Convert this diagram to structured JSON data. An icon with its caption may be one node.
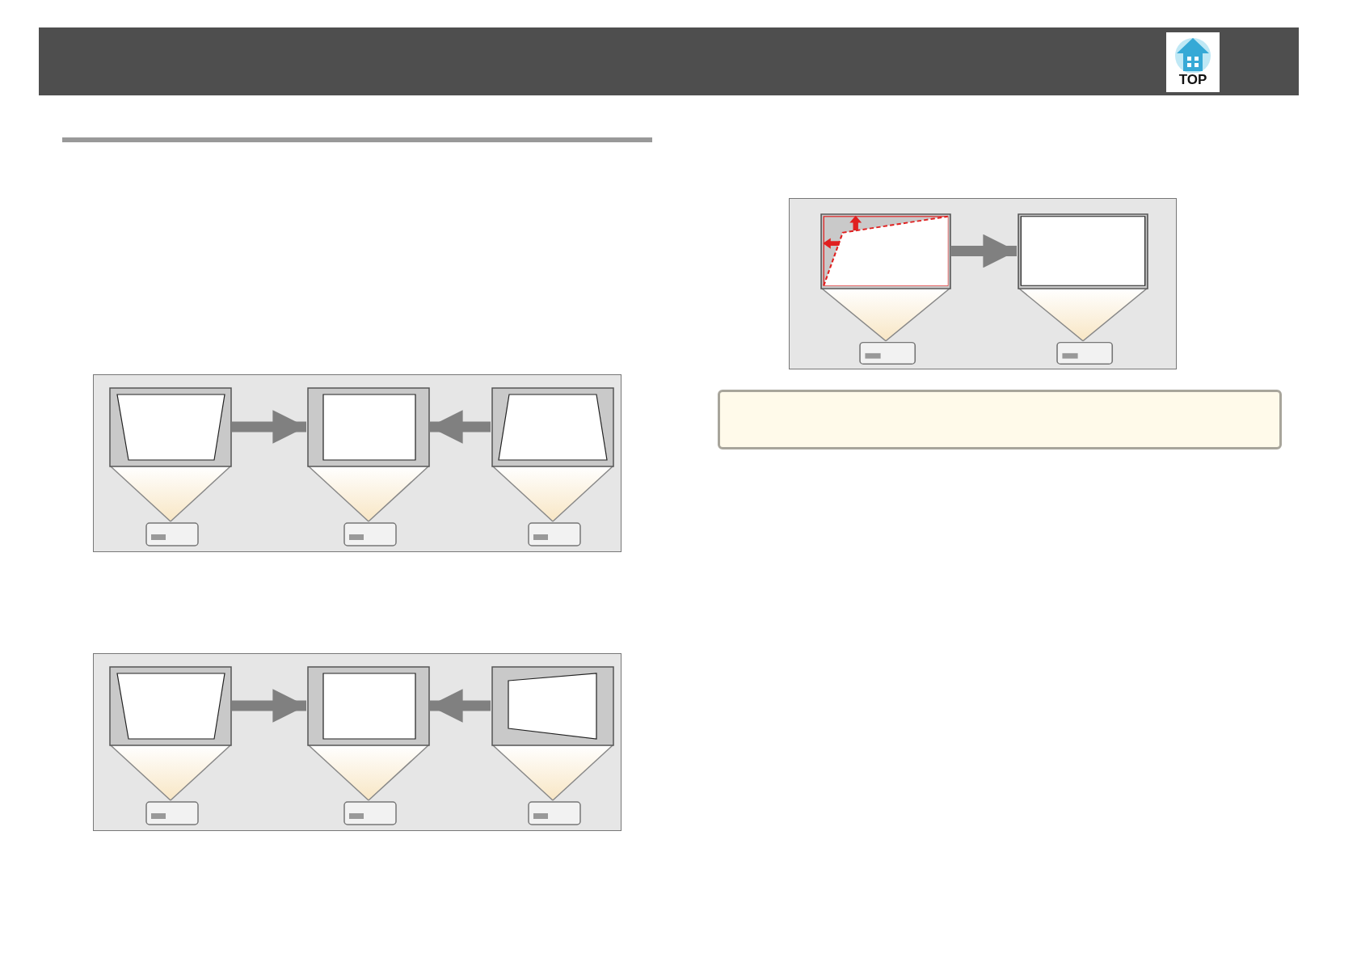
{
  "diagram": {
    "nodes": [
      {
        "text": [],
        "shape": "box"
      },
      {
        "text": [],
        "shape": "picture",
        "in": 0
      },
      {
        "text": [],
        "shape": "picture",
        "in": 0
      },
      {
        "text": [],
        "shape": "picture",
        "in": 0
      },
      {
        "text": [],
        "shape": "box"
      },
      {
        "text": [],
        "shape": "picture",
        "in": 4
      },
      {
        "text": [],
        "shape": "picture",
        "in": 4
      },
      {
        "text": [],
        "shape": "picture",
        "in": 4
      },
      {
        "text": [],
        "shape": "box"
      },
      {
        "text": [],
        "shape": "picture",
        "in": 8
      },
      {
        "text": [],
        "shape": "picture",
        "in": 8
      },
      {
        "text": [],
        "shape": "box"
      }
    ],
    "edges": [
      {
        "from": 1,
        "to": 2,
        "arrow": "to"
      },
      {
        "from": 3,
        "to": 2,
        "arrow": "to"
      },
      {
        "from": 5,
        "to": 6,
        "arrow": "to"
      },
      {
        "from": 7,
        "to": 6,
        "arrow": "to"
      },
      {
        "from": 9,
        "to": 10,
        "arrow": "to"
      }
    ],
    "labels": [
      "TOP"
    ]
  }
}
